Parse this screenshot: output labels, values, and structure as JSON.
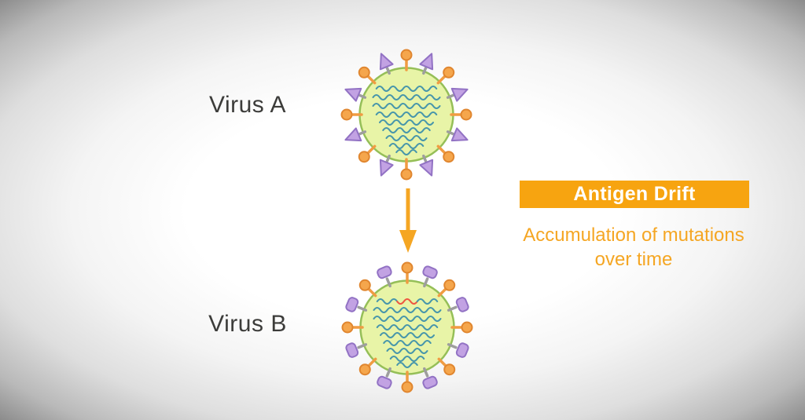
{
  "banner": {
    "title": "Antigen Drift",
    "subtitle_line1": "Accumulation of mutations",
    "subtitle_line2": "over time"
  },
  "diagram": {
    "viruses": [
      {
        "id": "virus-a",
        "label": "Virus A",
        "surface_protein_shape": "triangle",
        "mutation": false
      },
      {
        "id": "virus-b",
        "label": "Virus B",
        "surface_protein_shape": "rounded-rect",
        "mutation": true
      }
    ],
    "arrow": {
      "direction": "down"
    }
  },
  "colors": {
    "banner_bg": "#f7a410",
    "accent_orange": "#f5a623",
    "virus_body_fill": "#e8f4a7",
    "virus_body_stroke": "#95bf58",
    "spike_orange_stick": "#f09c42",
    "spike_orange_fill": "#f5a64c",
    "spike_orange_stroke": "#e0862f",
    "spike_purple_fill": "#c2a2e3",
    "spike_purple_stroke": "#9272c4",
    "spike_stick_gray": "#9e9e9e",
    "rna_teal": "#4796ab",
    "rna_mutation_red": "#ee5742",
    "label_text": "#3c3c3a"
  }
}
